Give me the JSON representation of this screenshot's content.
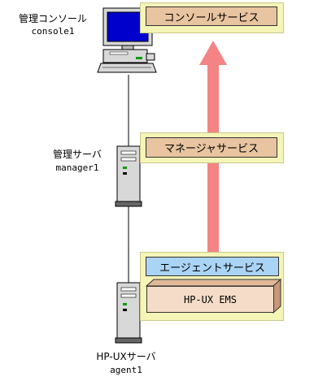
{
  "nodes": {
    "console": {
      "title": "管理コンソール",
      "host": "console1"
    },
    "manager": {
      "title": "管理サーバ",
      "host": "manager1"
    },
    "agent": {
      "title": "HP-UXサーバ",
      "host": "agent1"
    }
  },
  "services": {
    "console": "コンソールサービス",
    "manager": "マネージャサービス",
    "agent": "エージェントサービス",
    "ems": "HP-UX EMS"
  },
  "colors": {
    "panel_fill": "#f5f5b8",
    "panel_border": "#c8c88c",
    "service_fill": "#e8c4a0",
    "agent_fill": "#aad4f5",
    "ems_fill": "#f4dcc8",
    "arrow": "#f48484"
  }
}
